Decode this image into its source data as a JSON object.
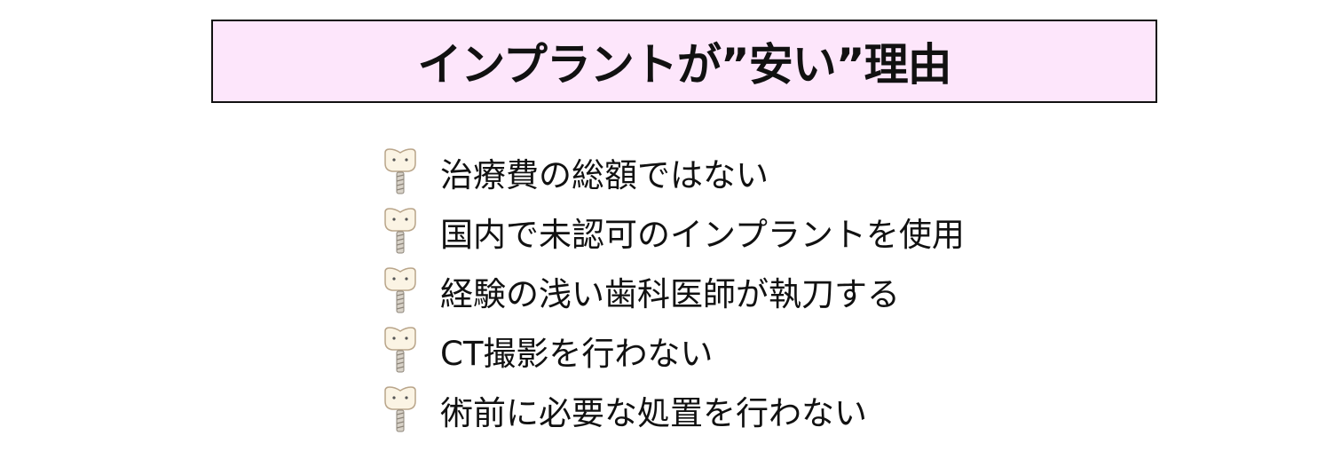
{
  "title": "インプラントが”安い”理由",
  "colors": {
    "title_bg": "#fde6fb",
    "border": "#111111",
    "text": "#111111"
  },
  "bullet_icon": "tooth-implant-icon",
  "items": [
    {
      "label": "治療費の総額ではない"
    },
    {
      "label": "国内で未認可のインプラントを使用"
    },
    {
      "label": "経験の浅い歯科医師が執刀する"
    },
    {
      "label": "CT撮影を行わない"
    },
    {
      "label": "術前に必要な処置を行わない"
    }
  ]
}
